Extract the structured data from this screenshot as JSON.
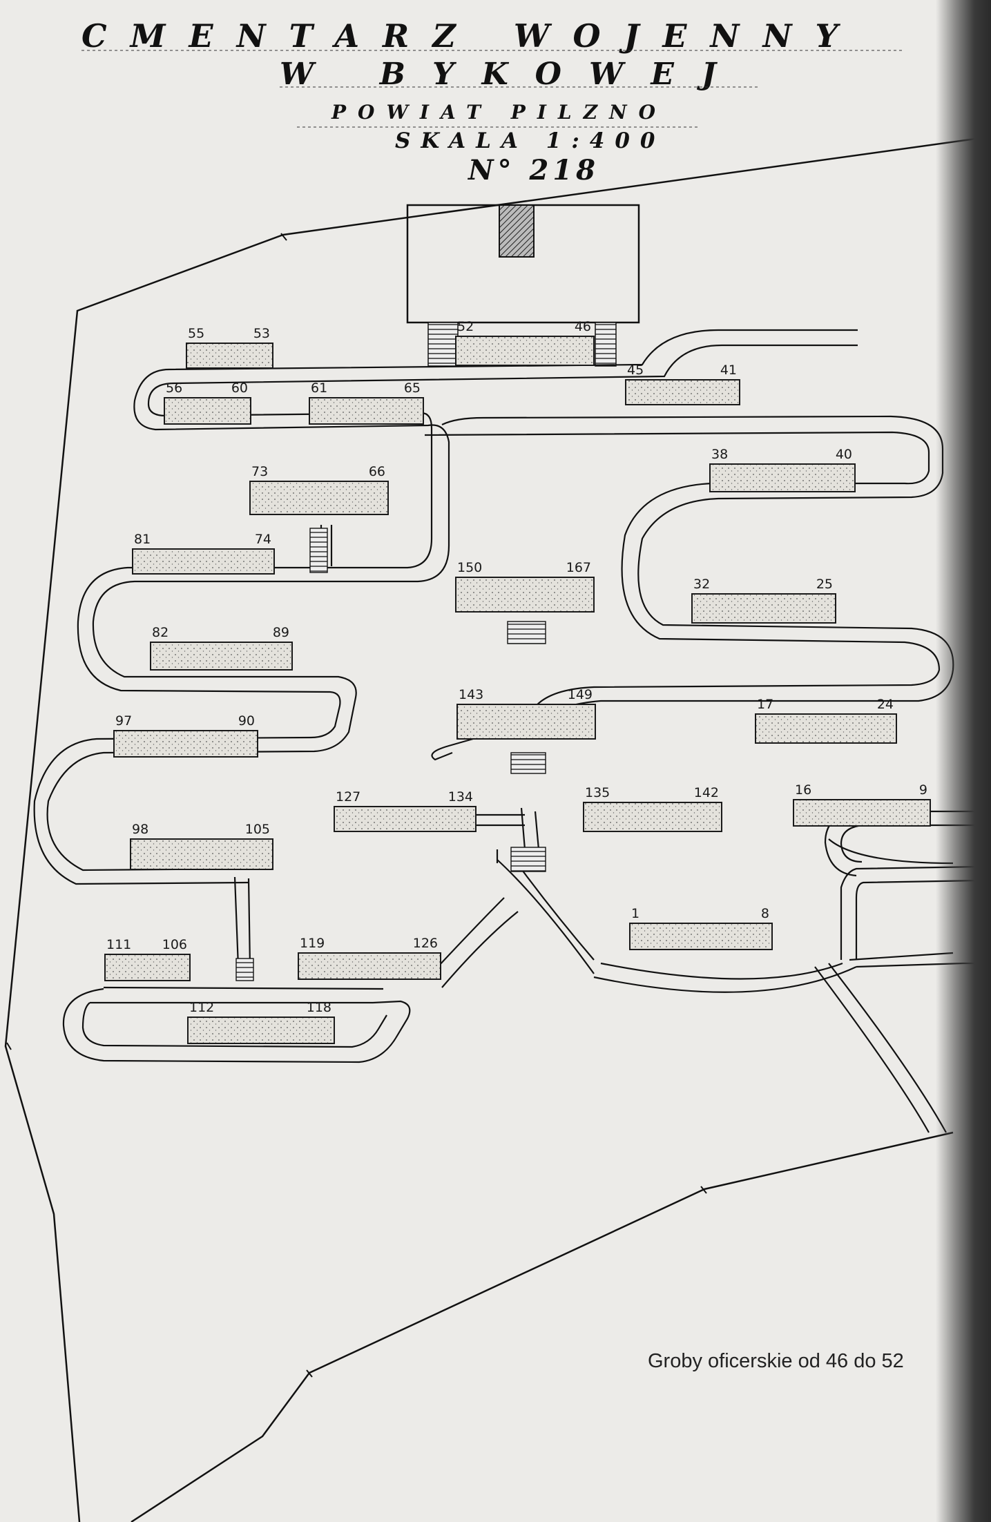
{
  "title": {
    "line1": "CMENTARZ WOJENNY",
    "line2": "W BYKOWEJ",
    "line3": "POWIAT PILZNO",
    "line4": "SKALA 1:400",
    "line5": "N° 218"
  },
  "caption": "Groby oficerskie od 46 do 52",
  "graves": [
    {
      "labels": [
        "55",
        "53"
      ]
    },
    {
      "labels": [
        "52",
        "46"
      ]
    },
    {
      "labels": [
        "56",
        "60"
      ]
    },
    {
      "labels": [
        "61",
        "65"
      ]
    },
    {
      "labels": [
        "45",
        "41"
      ]
    },
    {
      "labels": [
        "73",
        "66"
      ]
    },
    {
      "labels": [
        "38",
        "40"
      ]
    },
    {
      "labels": [
        "81",
        "74"
      ]
    },
    {
      "labels": [
        "150",
        "167"
      ]
    },
    {
      "labels": [
        "32",
        "25"
      ]
    },
    {
      "labels": [
        "82",
        "89"
      ]
    },
    {
      "labels": [
        "143",
        "149"
      ]
    },
    {
      "labels": [
        "97",
        "90"
      ]
    },
    {
      "labels": [
        "17",
        "24"
      ]
    },
    {
      "labels": [
        "127",
        "134"
      ]
    },
    {
      "labels": [
        "135",
        "142"
      ]
    },
    {
      "labels": [
        "16",
        "9"
      ]
    },
    {
      "labels": [
        "98",
        "105"
      ]
    },
    {
      "labels": [
        "1",
        "8"
      ]
    },
    {
      "labels": [
        "111",
        "106"
      ]
    },
    {
      "labels": [
        "119",
        "126"
      ]
    },
    {
      "labels": [
        "112",
        "118"
      ]
    }
  ],
  "colors": {
    "paper": "#ecebe8",
    "ink": "#1a1a1a",
    "grave_fill": "#e2e0da",
    "chapel_hatch": "#333333"
  }
}
